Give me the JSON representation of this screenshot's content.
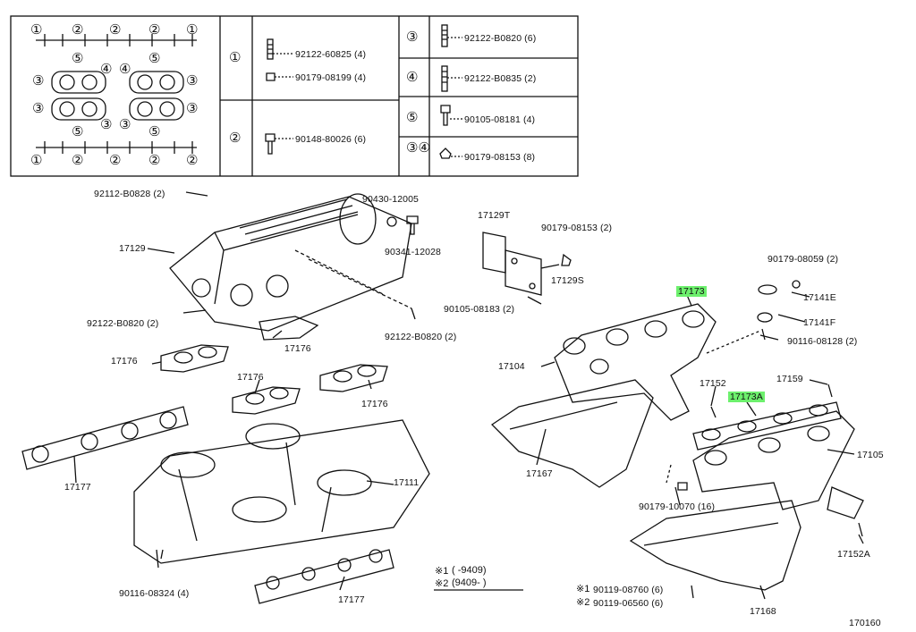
{
  "legend": {
    "circles": [
      "①",
      "②",
      "③",
      "④",
      "⑤"
    ],
    "rows": [
      {
        "key": "①",
        "parts": [
          "92122-60825 (4)",
          "90179-08199 (4)"
        ]
      },
      {
        "key": "②",
        "parts": [
          "90148-80026 (6)"
        ]
      },
      {
        "key": "③",
        "parts": [
          "92122-B0820 (6)"
        ]
      },
      {
        "key": "④",
        "parts": [
          "92122-B0835 (2)"
        ]
      },
      {
        "key": "⑤",
        "parts": [
          "90105-08181 (4)"
        ]
      },
      {
        "key": "③④",
        "parts": [
          "90179-08153 (8)"
        ]
      }
    ]
  },
  "labels": {
    "p92112": "92112-B0828 (2)",
    "p90430": "90430-12005",
    "p90341": "90341-12028",
    "p17129": "17129",
    "p17129T": "17129T",
    "p90179a": "90179-08153 (2)",
    "p17129S": "17129S",
    "p90105": "90105-08183 (2)",
    "p92122a": "92122-B0820 (2)",
    "p92122b": "92122-B0820 (2)",
    "p17176a": "17176",
    "p17176b": "17176",
    "p17176c": "17176",
    "p17176d": "17176",
    "p17177a": "17177",
    "p17177b": "17177",
    "p17111": "17111",
    "p90116a": "90116-08324 (4)",
    "p17173": "17173",
    "p17104": "17104",
    "p90179b": "90179-08059 (2)",
    "p17141E": "17141E",
    "p17141F": "17141F",
    "p90116b": "90116-08128 (2)",
    "p17152": "17152",
    "p17159": "17159",
    "p17173A": "17173A",
    "p17105": "17105",
    "p17167": "17167",
    "p90179c": "90179-10070 (16)",
    "p17152A": "17152A",
    "p17168": "17168",
    "p90119a": "90119-08760 (6)",
    "p90119b": "90119-06560 (6)",
    "diagram_no": "170160"
  },
  "notes": {
    "n1_mark": "※1",
    "n1_text": "(      -9409)",
    "n2_mark": "※2",
    "n2_text": "(9409-         )",
    "s1": "※1",
    "s2": "※2"
  },
  "colors": {
    "highlight": "#6df06d",
    "line": "#111111"
  }
}
